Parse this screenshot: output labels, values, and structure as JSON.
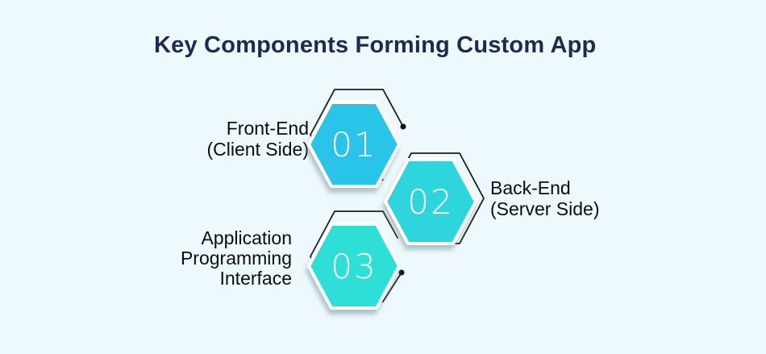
{
  "title": "Key Components Forming Custom App",
  "colors": {
    "background": "#EDF9FC",
    "title_text": "#1F2A52",
    "outline_stroke": "#1C1C1C",
    "number_text": "#FFFFFF",
    "label_text": "#0D0D0D",
    "shadow": "#7E96A0"
  },
  "items": [
    {
      "number": "01",
      "label": "Front-End\n(Client Side)",
      "hex_color": "#2AC4E9"
    },
    {
      "number": "02",
      "label": "Back-End\n(Server Side)",
      "hex_color": "#2DD5DC"
    },
    {
      "number": "03",
      "label": "Application\nProgramming\nInterface",
      "hex_color": "#2FDFD7"
    }
  ]
}
